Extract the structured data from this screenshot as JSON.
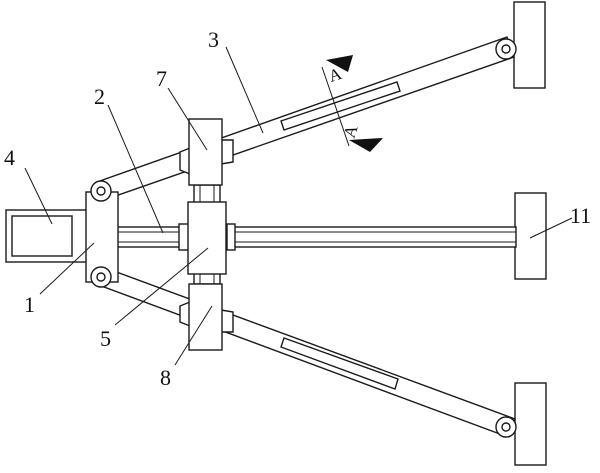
{
  "diagram": {
    "callouts": [
      {
        "key": "c1",
        "text": "1"
      },
      {
        "key": "c2",
        "text": "2"
      },
      {
        "key": "c3",
        "text": "3"
      },
      {
        "key": "c4",
        "text": "4"
      },
      {
        "key": "c5",
        "text": "5"
      },
      {
        "key": "c7",
        "text": "7"
      },
      {
        "key": "c8",
        "text": "8"
      },
      {
        "key": "c11",
        "text": "11"
      }
    ],
    "section_marks": {
      "upper": "A",
      "lower": "A"
    }
  }
}
